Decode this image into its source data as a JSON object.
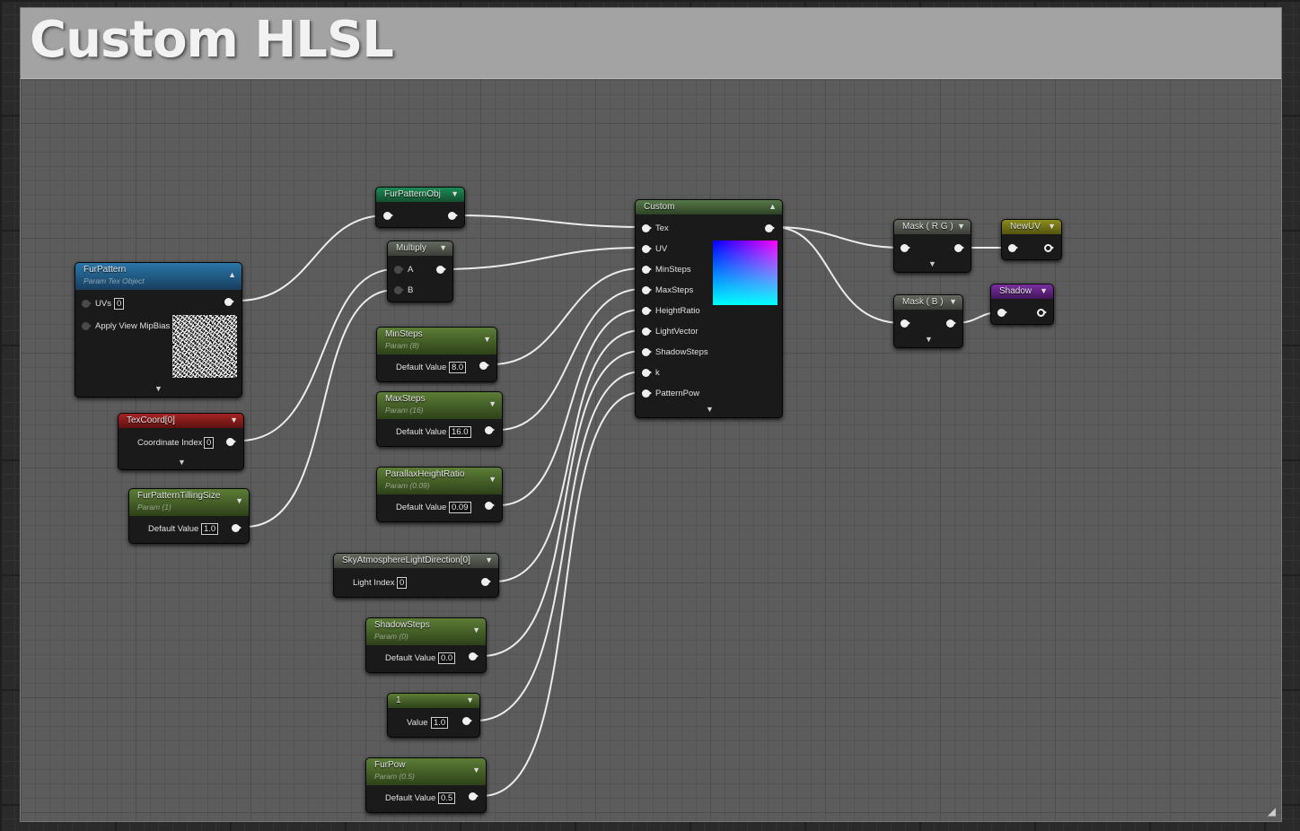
{
  "comment": {
    "title": "Custom HLSL"
  },
  "nodes": {
    "fur_pattern_obj": {
      "title": "FurPatternObj"
    },
    "multiply": {
      "title": "Multiply",
      "inputs": [
        "A",
        "B"
      ]
    },
    "fur_pattern": {
      "title": "FurPattern",
      "subtitle": "Param Tex Object",
      "uvs_label": "UVs",
      "uvs_value": "0",
      "mipbias_label": "Apply View MipBias"
    },
    "texcoord": {
      "title": "TexCoord[0]",
      "label": "Coordinate Index",
      "value": "0"
    },
    "tilling": {
      "title": "FurPatternTillingSize",
      "subtitle": "Param (1)",
      "label": "Default Value",
      "value": "1.0"
    },
    "min_steps": {
      "title": "MinSteps",
      "subtitle": "Param (8)",
      "label": "Default Value",
      "value": "8.0"
    },
    "max_steps": {
      "title": "MaxSteps",
      "subtitle": "Param (16)",
      "label": "Default Value",
      "value": "16.0"
    },
    "parallax": {
      "title": "ParallaxHeightRatio",
      "subtitle": "Param (0.09)",
      "label": "Default Value",
      "value": "0.09"
    },
    "sky": {
      "title": "SkyAtmosphereLightDirection[0]",
      "label": "Light Index",
      "value": "0"
    },
    "shadow_steps": {
      "title": "ShadowSteps",
      "subtitle": "Param (0)",
      "label": "Default Value",
      "value": "0.0"
    },
    "const_one": {
      "title": "1",
      "label": "Value",
      "value": "1.0"
    },
    "fur_pow": {
      "title": "FurPow",
      "subtitle": "Param (0.5)",
      "label": "Default Value",
      "value": "0.5"
    },
    "custom": {
      "title": "Custom",
      "inputs": [
        "Tex",
        "UV",
        "MinSteps",
        "MaxSteps",
        "HeightRatio",
        "LightVector",
        "ShadowSteps",
        "k",
        "PatternPow"
      ]
    },
    "mask_rg": {
      "title": "Mask ( R G )"
    },
    "mask_b": {
      "title": "Mask ( B )"
    },
    "new_uv": {
      "title": "NewUV"
    },
    "shadow": {
      "title": "Shadow"
    }
  },
  "colors": {
    "param": "#5c7d37",
    "texture_object": "#2b76a8",
    "texcoord": "#a62323",
    "named_reroute_uv": "#8c8c1e",
    "named_reroute_shadow": "#7b2fa0",
    "wire": "#ececec"
  }
}
